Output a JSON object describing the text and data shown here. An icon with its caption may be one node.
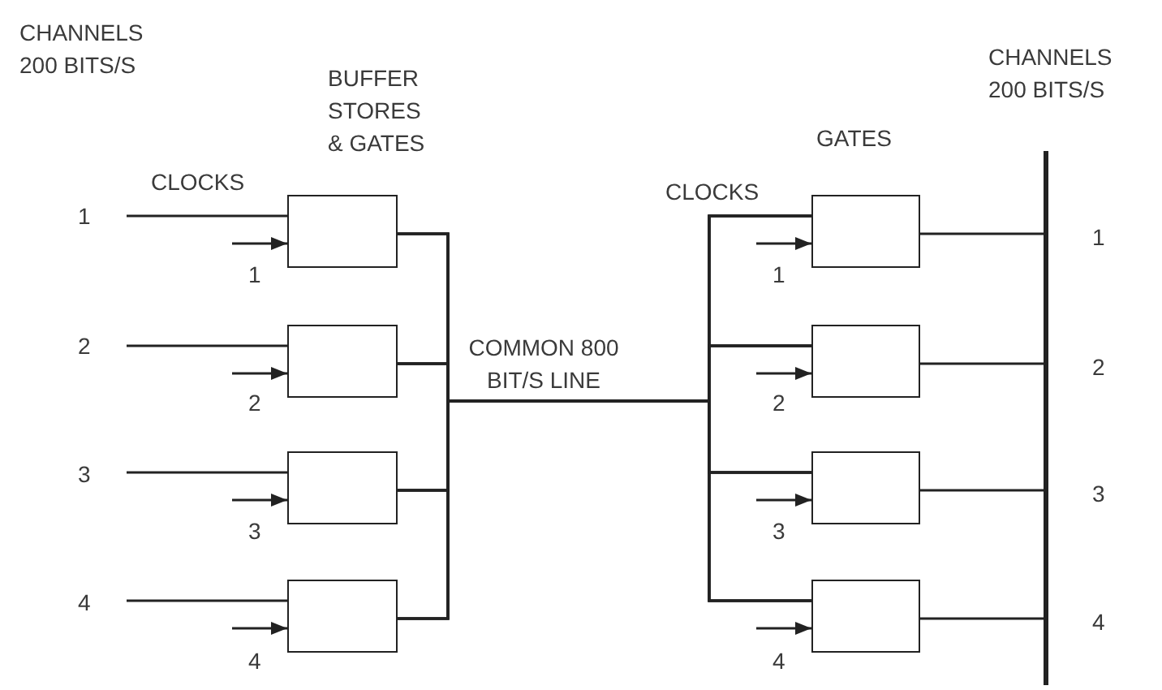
{
  "diagram": {
    "nodes": [
      {
        "text": [],
        "shape": "box"
      },
      {
        "text": [],
        "shape": "box"
      },
      {
        "text": [],
        "shape": "box"
      },
      {
        "text": [],
        "shape": "box"
      },
      {
        "text": [],
        "shape": "box"
      },
      {
        "text": [],
        "shape": "box"
      },
      {
        "text": [],
        "shape": "box"
      },
      {
        "text": [],
        "shape": "box"
      },
      {
        "text": [],
        "shape": "bar"
      }
    ],
    "edges": [
      {
        "from": null,
        "to": 0,
        "arrow": "none"
      },
      {
        "from": null,
        "to": 1,
        "arrow": "none"
      },
      {
        "from": null,
        "to": 2,
        "arrow": "none"
      },
      {
        "from": null,
        "to": 3,
        "arrow": "none"
      },
      {
        "from": null,
        "to": 0,
        "arrow": "to"
      },
      {
        "from": null,
        "to": 1,
        "arrow": "to"
      },
      {
        "from": null,
        "to": 2,
        "arrow": "to"
      },
      {
        "from": null,
        "to": 3,
        "arrow": "to"
      },
      {
        "from": 0,
        "to": 4,
        "arrow": "none"
      },
      {
        "from": 0,
        "to": 5,
        "arrow": "none"
      },
      {
        "from": 0,
        "to": 6,
        "arrow": "none"
      },
      {
        "from": 0,
        "to": 7,
        "arrow": "none"
      },
      {
        "from": 1,
        "to": 4,
        "arrow": "none"
      },
      {
        "from": 1,
        "to": 5,
        "arrow": "none"
      },
      {
        "from": 1,
        "to": 6,
        "arrow": "none"
      },
      {
        "from": 1,
        "to": 7,
        "arrow": "none"
      },
      {
        "from": 2,
        "to": 4,
        "arrow": "none"
      },
      {
        "from": 2,
        "to": 5,
        "arrow": "none"
      },
      {
        "from": 2,
        "to": 6,
        "arrow": "none"
      },
      {
        "from": 2,
        "to": 7,
        "arrow": "none"
      },
      {
        "from": 3,
        "to": 4,
        "arrow": "none"
      },
      {
        "from": 3,
        "to": 5,
        "arrow": "none"
      },
      {
        "from": 3,
        "to": 6,
        "arrow": "none"
      },
      {
        "from": 3,
        "to": 7,
        "arrow": "none"
      },
      {
        "from": null,
        "to": 4,
        "arrow": "to"
      },
      {
        "from": null,
        "to": 5,
        "arrow": "to"
      },
      {
        "from": null,
        "to": 6,
        "arrow": "to"
      },
      {
        "from": null,
        "to": 7,
        "arrow": "to"
      },
      {
        "from": 4,
        "to": 8,
        "arrow": "none"
      },
      {
        "from": 5,
        "to": 8,
        "arrow": "none"
      },
      {
        "from": 6,
        "to": 8,
        "arrow": "none"
      },
      {
        "from": 7,
        "to": 8,
        "arrow": "none"
      }
    ],
    "labels": [
      "CHANNELS 200 BITS/S",
      "BUFFER STORES & GATES",
      "GATES",
      "CHANNELS 200 BITS/S",
      "CLOCKS",
      "CLOCKS",
      "COMMON 800 BIT/S LINE",
      "1",
      "2",
      "3",
      "4",
      "1",
      "2",
      "3",
      "4",
      "1",
      "2",
      "3",
      "4",
      "1",
      "2",
      "3",
      "4"
    ]
  }
}
